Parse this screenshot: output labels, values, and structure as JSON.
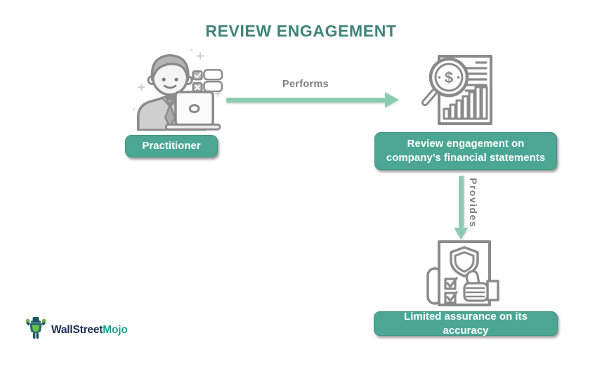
{
  "title": "REVIEW ENGAGEMENT",
  "colors": {
    "accent_button": "#4BA794",
    "title_text": "#3E8478",
    "arrow": "#8CCBB3",
    "edge_label": "#7F7F7F",
    "icon_outline": "#8A8A8A",
    "logo_dark": "#1D2D50",
    "logo_teal": "#1FA28C"
  },
  "diagram": {
    "nodes": [
      {
        "id": "practitioner",
        "label": "Practitioner",
        "icon": "practitioner-at-laptop-icon"
      },
      {
        "id": "review-engagement",
        "label": "Review engagement on company’s financial statements",
        "icon": "financial-statements-magnifier-icon"
      },
      {
        "id": "limited-assurance",
        "label": "Limited assurance on its accuracy",
        "icon": "assurance-document-icon"
      }
    ],
    "edges": [
      {
        "id": "performs",
        "label": "Performs",
        "direction": "right"
      },
      {
        "id": "provides",
        "label": "Provides",
        "direction": "down"
      }
    ]
  },
  "footer": {
    "logo_icon": "wallstreetmojo-bull-icon",
    "brand_primary": "WallStreet",
    "brand_secondary": "Mojo"
  }
}
